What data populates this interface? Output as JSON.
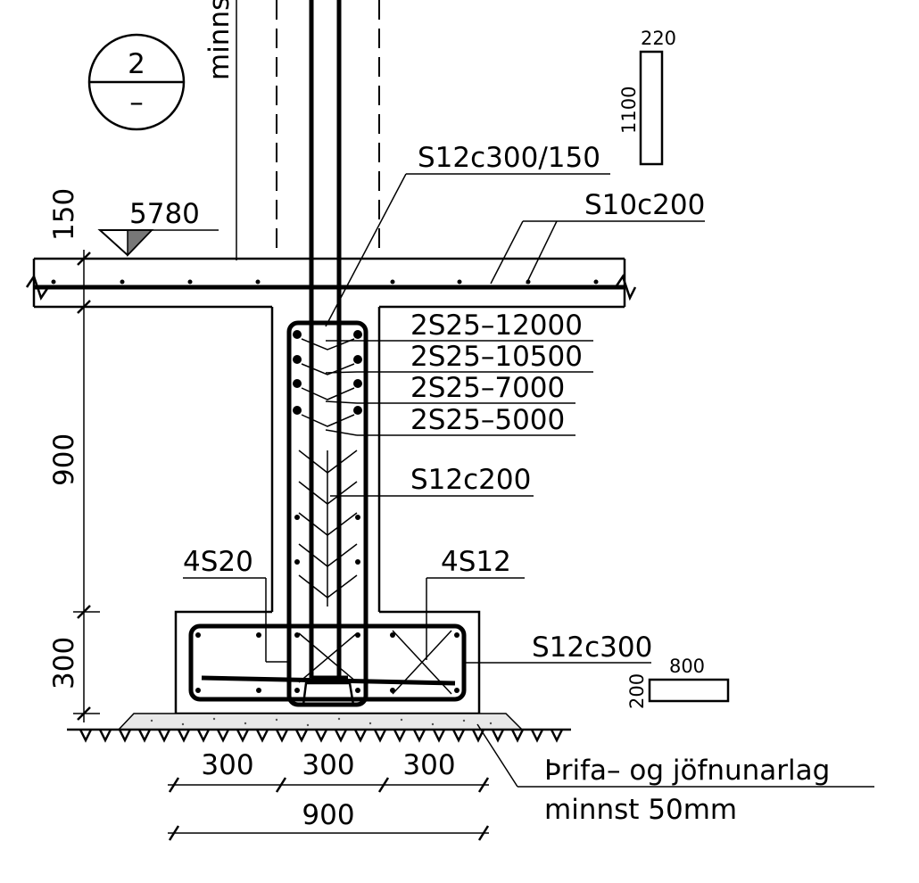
{
  "detail": {
    "number": "2",
    "sheet": "–"
  },
  "labels": {
    "wall_note": "minnst",
    "level": "5780",
    "slab_reinf": "S10c200",
    "dowels": "S12c300/150",
    "bar_1": "2S25–12000",
    "bar_2": "2S25–10500",
    "bar_3": "2S25–7000",
    "bar_4": "2S25–5000",
    "stirrups": "S12c200",
    "footing_left": "4S20",
    "footing_right": "4S12",
    "footing_stirrups": "S12c300",
    "gravel_1": "Þrifa– og jöfnunarlag",
    "gravel_2": "minnst 50mm"
  },
  "dimensions": {
    "slab": "150",
    "wall_height": "900",
    "footing_height": "300",
    "part_left": "300",
    "part_mid": "300",
    "part_right": "300",
    "footing_width": "900"
  },
  "bar_shapes": {
    "stirrup_width": "220",
    "stirrup_height": "1100",
    "footing_stirrup_width": "800",
    "footing_stirrup_height": "200"
  }
}
